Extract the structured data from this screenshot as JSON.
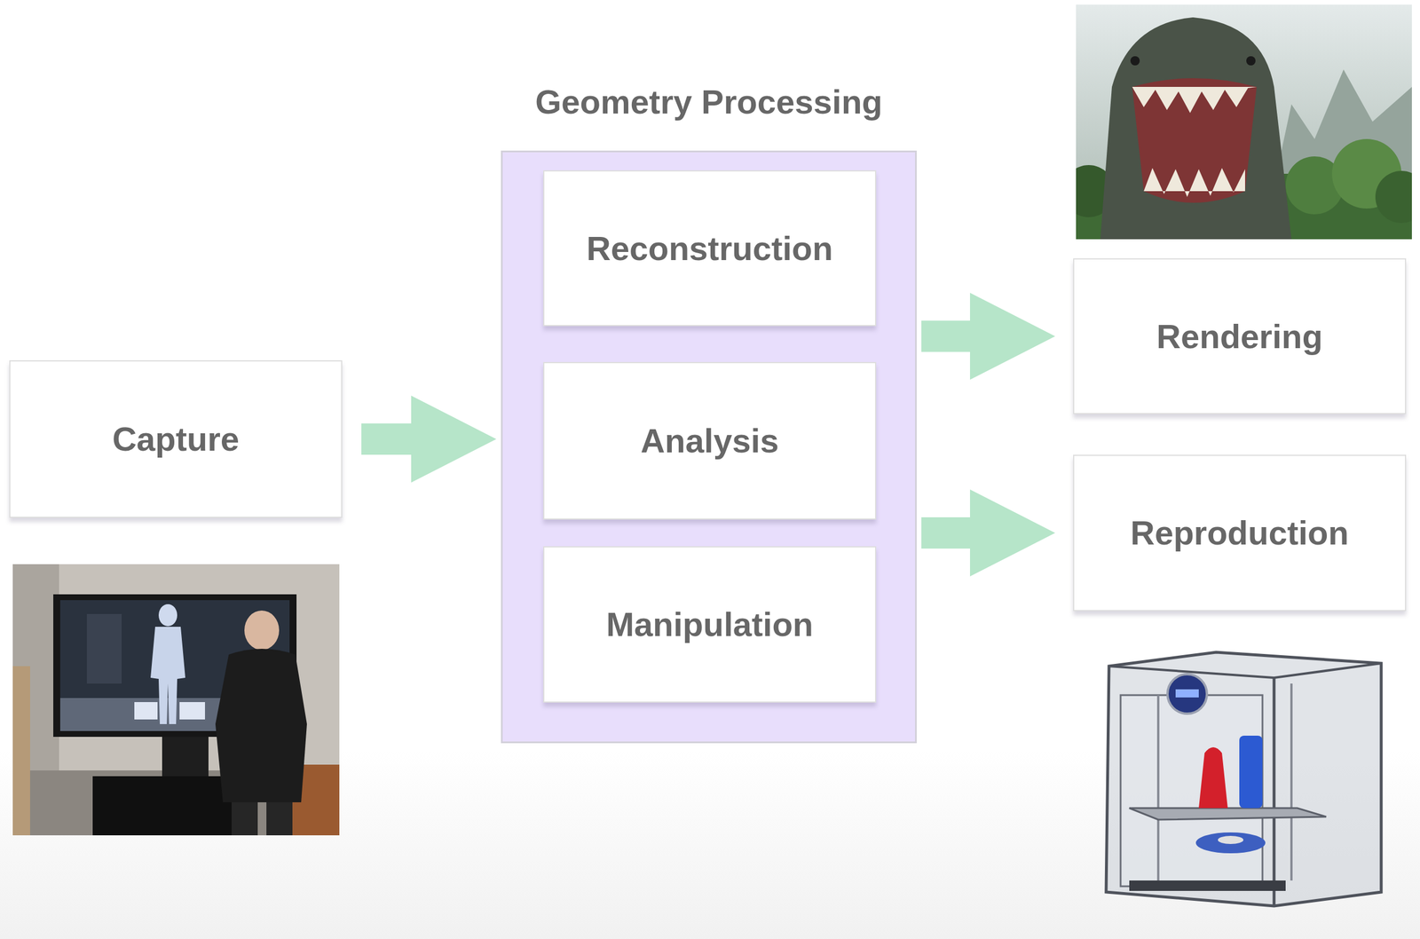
{
  "diagram": {
    "nodes": [
      {
        "text": [
          "Capture"
        ]
      },
      {
        "text": [
          "Geometry Processing"
        ]
      },
      {
        "text": [
          "Reconstruction"
        ],
        "in": 1
      },
      {
        "text": [
          "Analysis"
        ],
        "in": 1
      },
      {
        "text": [
          "Manipulation"
        ],
        "in": 1
      },
      {
        "text": [
          "Rendering"
        ]
      },
      {
        "text": [
          "Reproduction"
        ]
      }
    ],
    "edges": [
      {
        "from": 0,
        "to": 1,
        "arrow": "to"
      },
      {
        "from": 1,
        "to": 5,
        "arrow": "to"
      },
      {
        "from": 1,
        "to": 6,
        "arrow": "to"
      }
    ]
  }
}
